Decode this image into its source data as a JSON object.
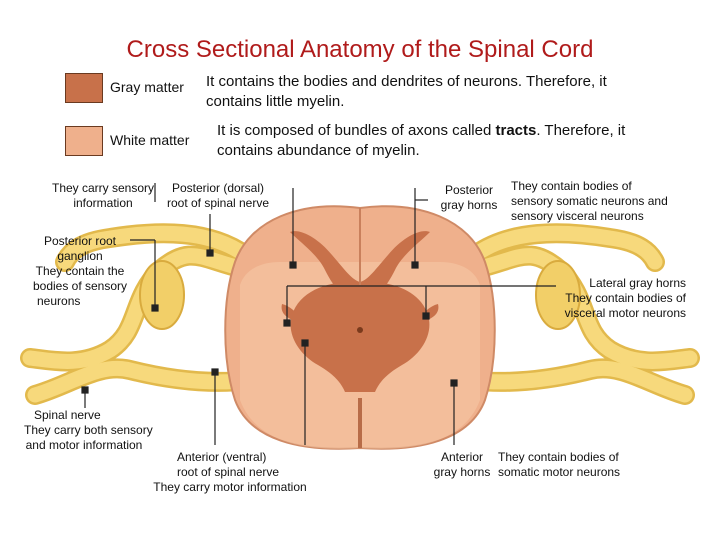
{
  "title": "Cross Sectional Anatomy of the Spinal Cord",
  "legend": [
    {
      "name": "Gray matter",
      "color": "#c8714a",
      "desc_lines": [
        "It contains the bodies and dendrites of neurons. Therefore, it",
        "contains little myelin."
      ]
    },
    {
      "name": "White matter",
      "color": "#efb08c",
      "desc_pre": "It is composed of bundles of axons called ",
      "desc_bold": "tracts",
      "desc_post": ". Therefore, it",
      "desc_line2": "contains abundance of myelin."
    }
  ],
  "labels": {
    "sensory_info": [
      "They carry sensory",
      "information"
    ],
    "posterior_dorsal_root": [
      "Posterior (dorsal)",
      "root of spinal nerve"
    ],
    "posterior_gray_horns": [
      "Posterior",
      "gray horns"
    ],
    "posterior_gray_desc": [
      "They contain bodies of",
      "sensory somatic neurons and",
      "sensory visceral neurons"
    ],
    "posterior_root_ganglion": [
      "Posterior root",
      "ganglion",
      "They contain the",
      "bodies of sensory",
      "neurons"
    ],
    "lateral_gray_horns": [
      "Lateral gray horns",
      "They contain bodies of",
      "visceral  motor neurons"
    ],
    "spinal_nerve": [
      "Spinal nerve",
      "They carry both sensory",
      "and motor information"
    ],
    "anterior_ventral_root": [
      "Anterior (ventral)",
      "root of spinal nerve",
      "They carry motor information"
    ],
    "anterior_gray_horns": [
      "Anterior",
      "gray horns"
    ],
    "anterior_gray_desc": [
      "They contain bodies of",
      "somatic  motor neurons"
    ]
  },
  "colors": {
    "title": "#b01b1b",
    "gray_matter": "#c8714a",
    "white_matter": "#efb08c",
    "nerve": "#f2cf68",
    "leader_line": "#222222"
  }
}
